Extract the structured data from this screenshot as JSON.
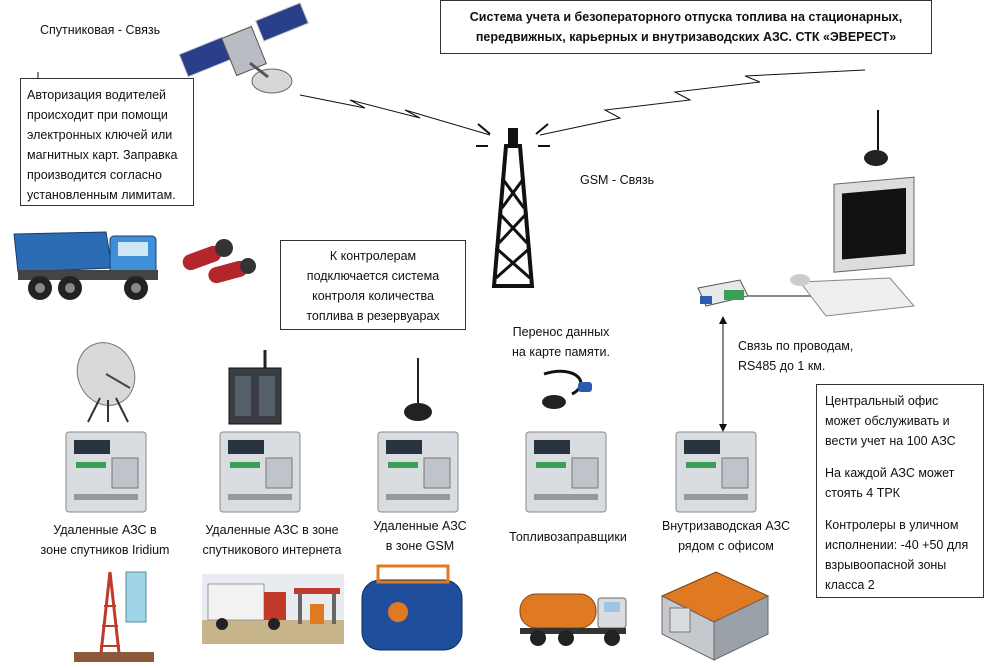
{
  "title": "Система учета и безоператорного отпуска топлива на стационарных, передвижных, карьерных и внутризаводских АЗС. СТК «ЭВЕРЕСТ»",
  "labels": {
    "satellite": "Спутниковая  - Связь",
    "gsm": "GSM - Связь",
    "memory_card": "Перенос данных на карте памяти.",
    "wired": "Связь по проводам, RS485 до 1 км."
  },
  "info_boxes": {
    "authorization": "Авторизация водителей происходит при помощи электронных ключей или магнитных карт. Заправка производится согласно установленным лимитам.",
    "controllers": "К контролерам подключается система контроля количества топлива в резервуарах",
    "office": {
      "line1": "Центральный офис может обслуживать и вести учет на 100 АЗС",
      "line2": "На каждой АЗС может стоять 4 ТРК",
      "line3": "Контролеры в  уличном исполнении:  -40 +50 для взрывоопасной зоны класса 2"
    }
  },
  "stations": [
    {
      "label": "Удаленные АЗС в зоне спутников Iridium"
    },
    {
      "label": "Удаленные АЗС в зоне спутникового интернета"
    },
    {
      "label": "Удаленные АЗС в зоне GSM"
    },
    {
      "label": "Топливозаправщики"
    },
    {
      "label": "Внутризаводская АЗС рядом с офисом"
    }
  ],
  "icons": {
    "satellite": "satellite-icon",
    "tower": "gsm-tower-icon",
    "computer": "computer-icon",
    "antenna": "antenna-icon",
    "truck": "dump-truck-icon",
    "keys": "electronic-key-icon",
    "converter": "rs485-converter-icon"
  },
  "colors": {
    "truck_cab": "#3f8fd6",
    "truck_body": "#2b6cb4",
    "keys": "#b3262b",
    "controller_body": "#d9dde2",
    "tank_orange": "#e07a22",
    "tank_blue": "#1f4f9c"
  }
}
